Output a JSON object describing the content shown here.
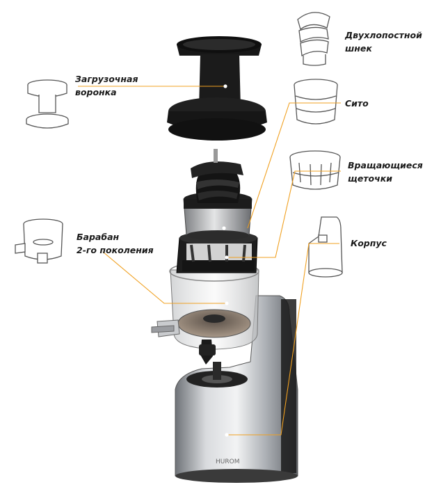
{
  "labels": {
    "funnel": [
      "Загрузочная",
      "воронка"
    ],
    "auger": [
      "Двухлопостной",
      "шнек"
    ],
    "sieve": [
      "Сито"
    ],
    "brushes": [
      "Вращающиеся",
      "щеточки"
    ],
    "drum": [
      "Барабан",
      "2-го поколения"
    ],
    "body": [
      "Корпус"
    ]
  },
  "brand": "HUROM",
  "colors": {
    "leader": "#f0a020",
    "part_dark": "#161616",
    "steel": "#b9bcc0",
    "outline": "#555555"
  }
}
